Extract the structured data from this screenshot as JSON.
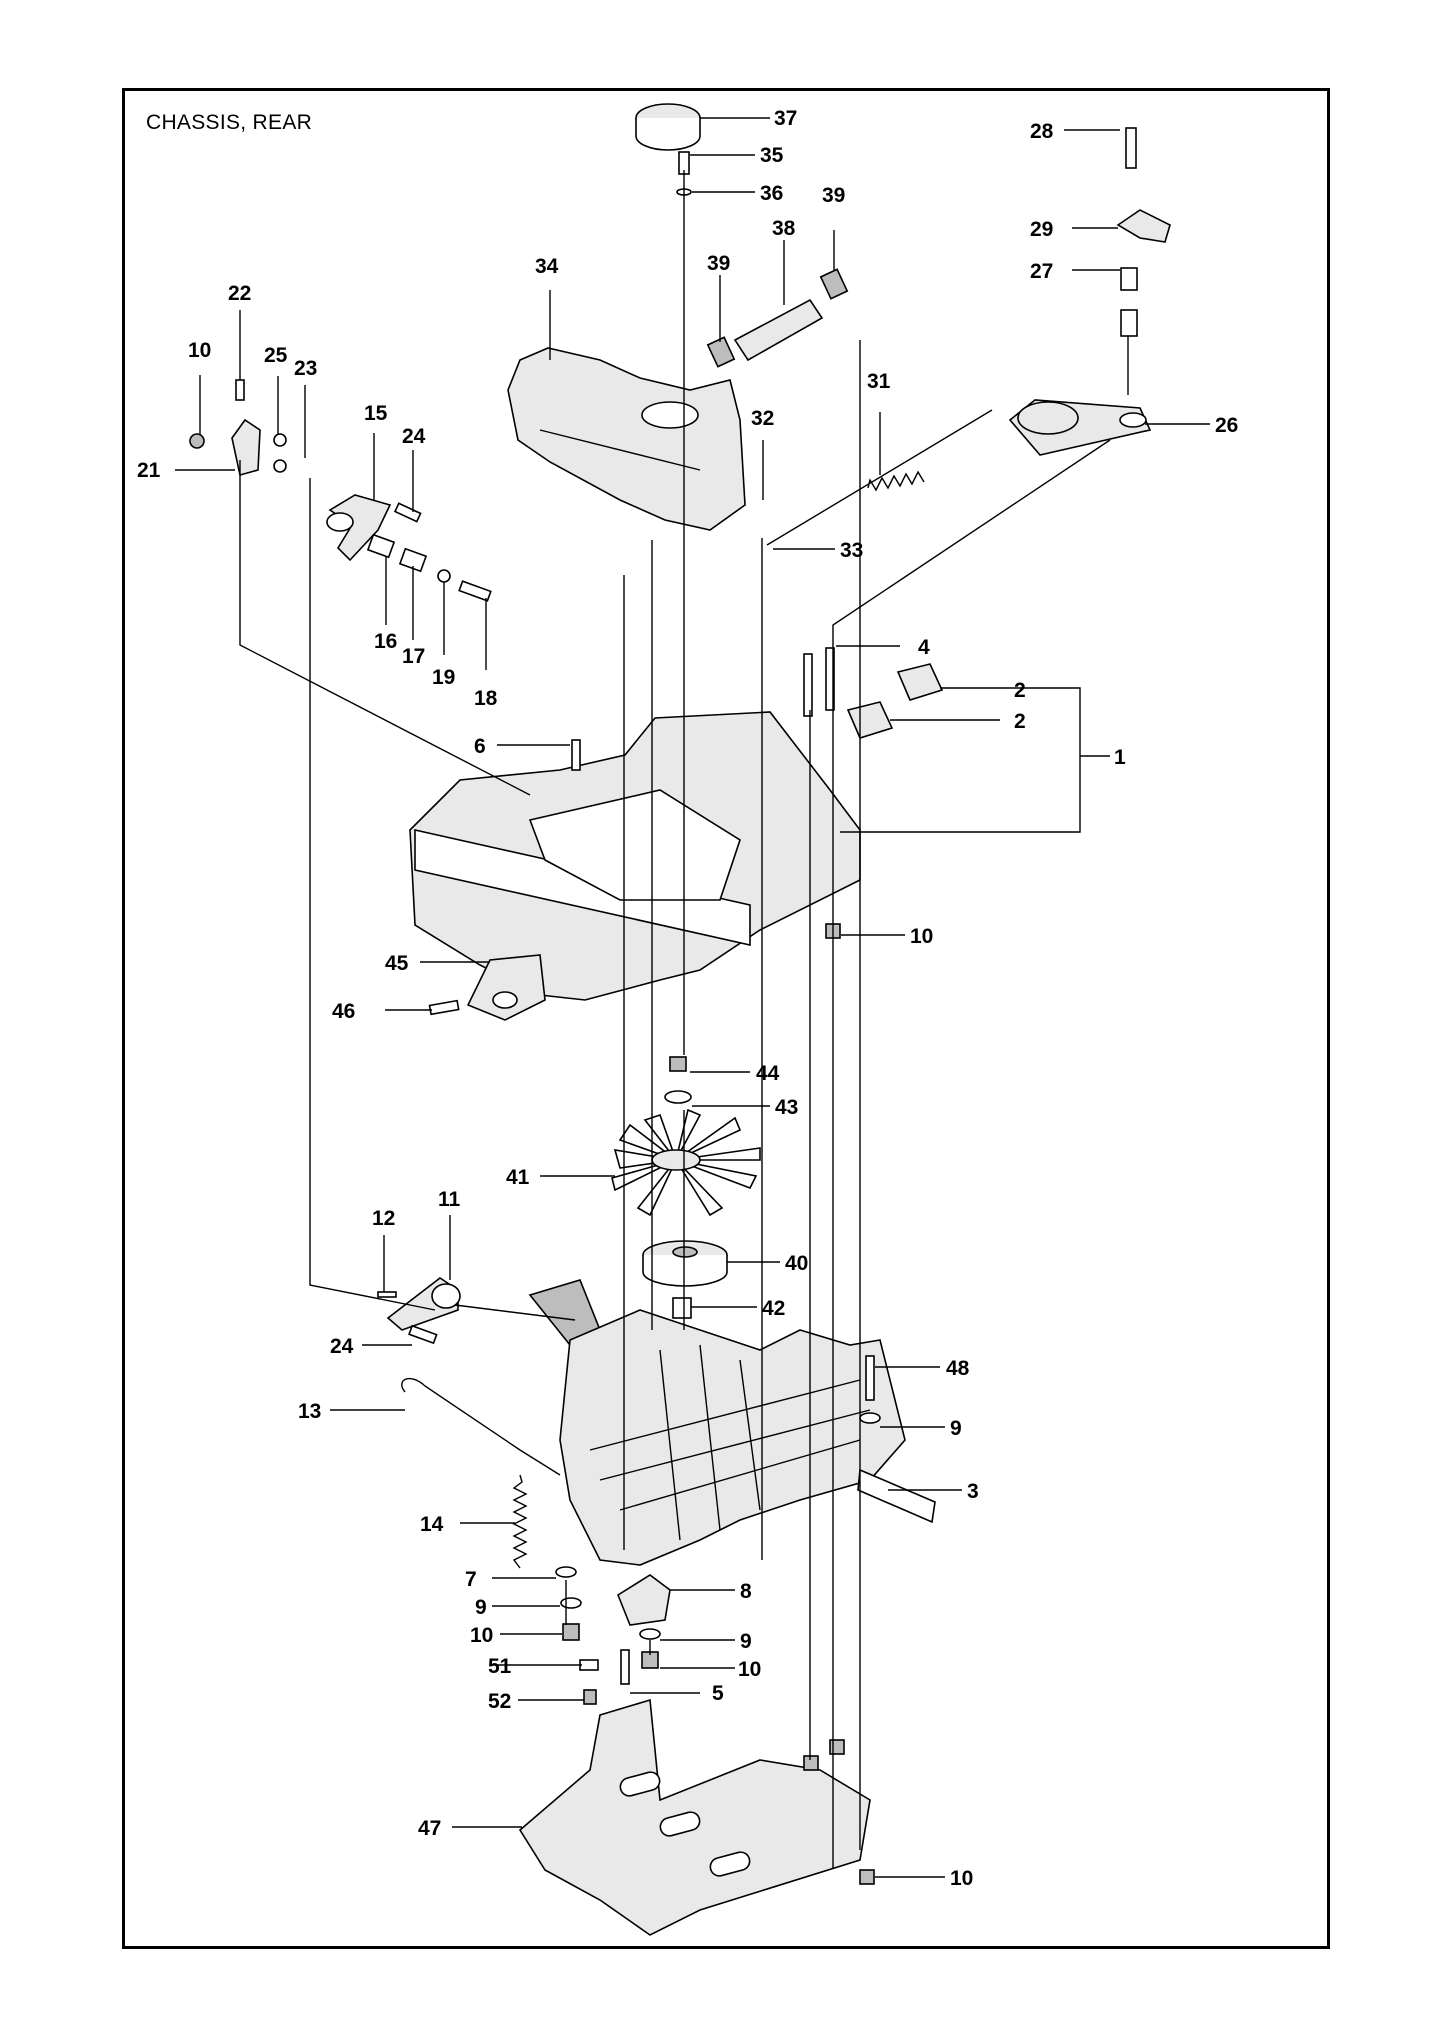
{
  "title": "CHASSIS, REAR",
  "callouts": [
    "37",
    "35",
    "36",
    "39",
    "38",
    "39",
    "34",
    "28",
    "29",
    "27",
    "26",
    "31",
    "32",
    "33",
    "22",
    "10",
    "25",
    "23",
    "21",
    "15",
    "24",
    "16",
    "17",
    "19",
    "18",
    "4",
    "2",
    "2",
    "1",
    "6",
    "10",
    "45",
    "46",
    "44",
    "43",
    "41",
    "40",
    "42",
    "11",
    "12",
    "24",
    "48",
    "9",
    "3",
    "13",
    "14",
    "7",
    "8",
    "9",
    "10",
    "9",
    "10",
    "51",
    "5",
    "52",
    "47",
    "10"
  ],
  "colors": {
    "line": "#000000",
    "background": "#ffffff",
    "fill_light": "#e9e9e9",
    "fill_dark": "#bdbdbd"
  }
}
